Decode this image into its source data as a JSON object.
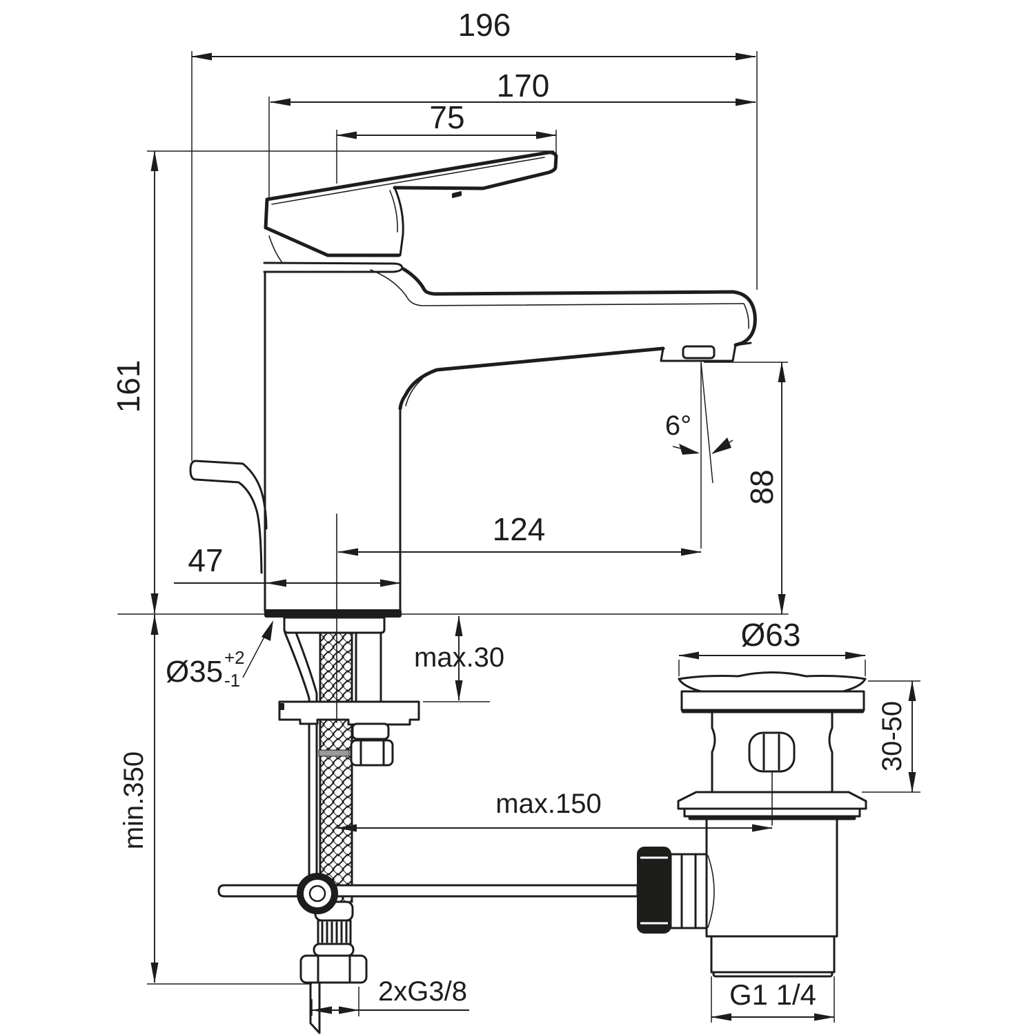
{
  "diagram": {
    "type": "technical-installation-drawing",
    "subject": "single-lever basin mixer with pop-up waste",
    "units": "mm",
    "background": "#ffffff",
    "line_color": "#1d1d1b",
    "labels": {
      "overall_width": "196",
      "spout_width": "170",
      "handle_length": "75",
      "body_height": "161",
      "base_depth": "47",
      "spout_reach": "124",
      "outlet_height": "88",
      "outlet_angle": "6°",
      "hole_diameter": "Ø35",
      "hole_tol_plus": "+2",
      "hole_tol_minus": "-1",
      "deck_thickness": "max.30",
      "hose_clearance": "min.350",
      "rod_reach": "max.150",
      "waste_flange_diameter": "Ø63",
      "waste_clamp_range": "30-50",
      "waste_outlet_thread": "G1 1/4",
      "supply_thread": "2xG3/8"
    }
  }
}
